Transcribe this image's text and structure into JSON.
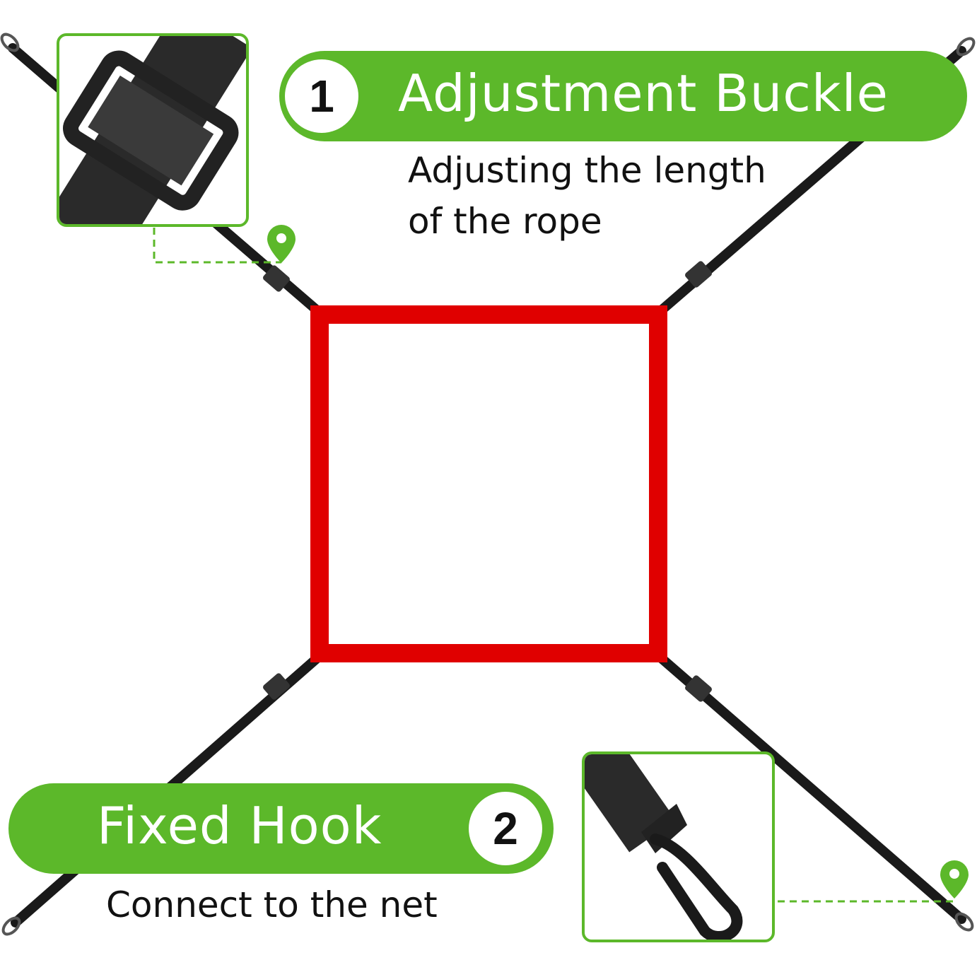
{
  "callouts": [
    {
      "number": "1",
      "title": "Adjustment Buckle",
      "description_lines": [
        "Adjusting the length",
        "of the rope"
      ]
    },
    {
      "number": "2",
      "title": "Fixed Hook",
      "description_lines": [
        "Connect to the net"
      ]
    }
  ],
  "colors": {
    "accent": "#5cb82a",
    "frame": "#e00000",
    "strap": "#1a1a1a"
  },
  "icons": [
    "location-pin-icon",
    "location-pin-icon"
  ]
}
